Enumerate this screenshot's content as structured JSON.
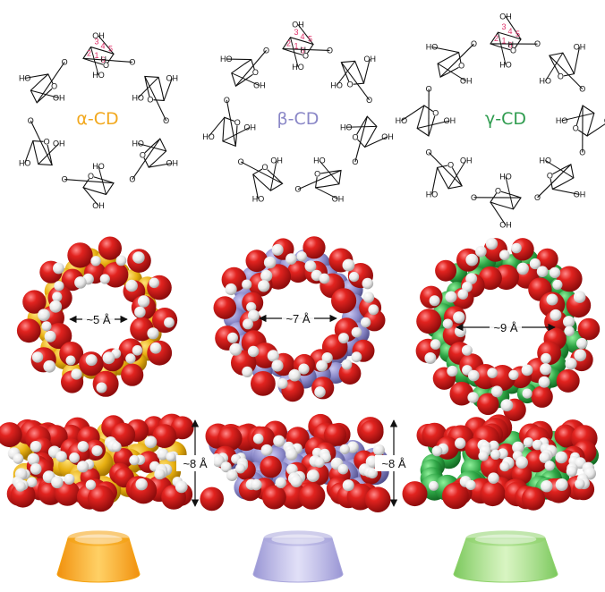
{
  "molecules": [
    {
      "id": "alpha",
      "label": "α-CD",
      "label_color": "#f2a81d",
      "units": 6,
      "atom_color": "#e8b012",
      "cone_color": "#f5a20f",
      "top_cavity": "~5 Å",
      "height": "~8 Å"
    },
    {
      "id": "beta",
      "label": "β-CD",
      "label_color": "#8a87c7",
      "units": 7,
      "atom_color": "#8b89c9",
      "cone_color": "#a9a6dc",
      "top_cavity": "~7 Å",
      "height": ""
    },
    {
      "id": "gamma",
      "label": "γ-CD",
      "label_color": "#2f9c4f",
      "units": 8,
      "atom_color": "#2ea545",
      "cone_color": "#8fd36b",
      "top_cavity": "~9 Å",
      "height": "~8 Å"
    }
  ],
  "structure_labels": {
    "atom_numbers": [
      "1",
      "2",
      "3",
      "4",
      "5",
      "6"
    ],
    "hydroxyl": "HO",
    "hydroxyl_alt": "OH",
    "hydrogen": "H"
  },
  "colors": {
    "oxygen": "#d81e1e",
    "hydrogen": "#f2f2f2",
    "bond": "#111111",
    "arrow": "#111111"
  }
}
